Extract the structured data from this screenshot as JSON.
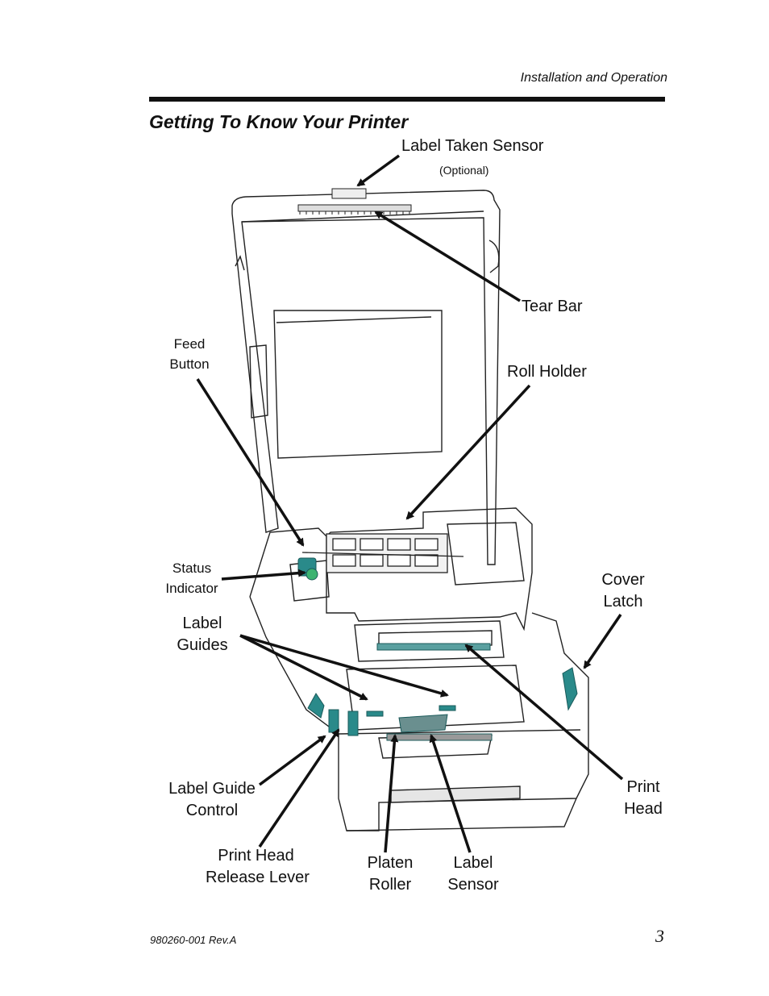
{
  "header": {
    "section": "Installation and Operation"
  },
  "title": "Getting To Know Your Printer",
  "labels": {
    "label_taken_sensor": "Label Taken Sensor",
    "optional": "(Optional)",
    "tear_bar": "Tear Bar",
    "feed_button_1": "Feed",
    "feed_button_2": "Button",
    "roll_holder": "Roll Holder",
    "status_indicator_1": "Status",
    "status_indicator_2": "Indicator",
    "cover_latch_1": "Cover",
    "cover_latch_2": "Latch",
    "label_guides_1": "Label",
    "label_guides_2": "Guides",
    "print_head_1": "Print",
    "print_head_2": "Head",
    "label_guide_control_1": "Label Guide",
    "label_guide_control_2": "Control",
    "print_head_release_1": "Print Head",
    "print_head_release_2": "Release Lever",
    "platen_roller_1": "Platen",
    "platen_roller_2": "Roller",
    "label_sensor_1": "Label",
    "label_sensor_2": "Sensor"
  },
  "colors": {
    "accent": "#2a8a8a",
    "line": "#222222"
  },
  "footer": {
    "doc_number": "980260-001 Rev.A",
    "page_number": "3"
  }
}
